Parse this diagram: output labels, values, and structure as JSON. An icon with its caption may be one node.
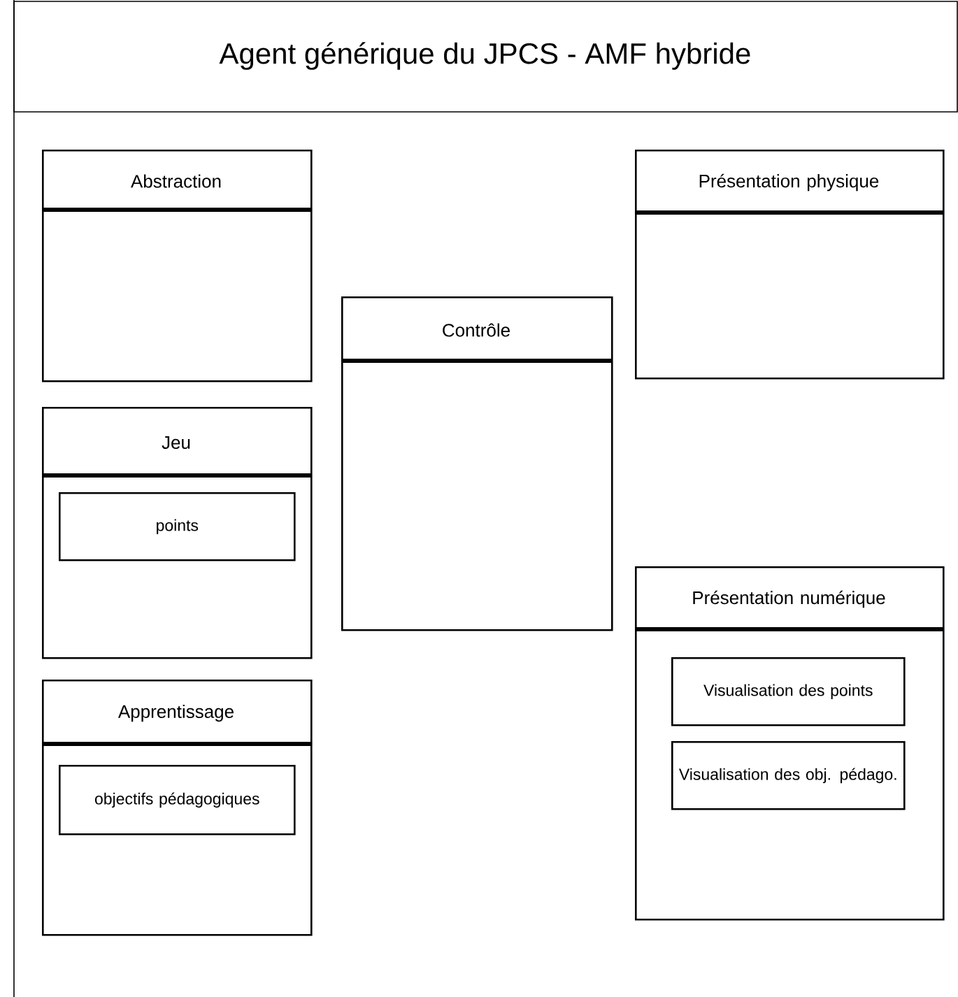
{
  "diagram": {
    "title": "Agent générique du JPCS - AMF hybride",
    "nodes": [
      {
        "text": [
          "Abstraction"
        ]
      },
      {
        "text": [
          "Jeu"
        ]
      },
      {
        "text": [
          "points"
        ],
        "in": 1
      },
      {
        "text": [
          "Apprentissage"
        ]
      },
      {
        "text": [
          "objectifs pédagogiques"
        ],
        "in": 3
      },
      {
        "text": [
          "Contrôle"
        ]
      },
      {
        "text": [
          "Présentation physique"
        ]
      },
      {
        "text": [
          "Présentation numérique"
        ]
      },
      {
        "text": [
          "Visualisation des points"
        ],
        "in": 7
      },
      {
        "text": [
          "Visualisation des obj. pédago."
        ],
        "in": 7
      }
    ]
  }
}
